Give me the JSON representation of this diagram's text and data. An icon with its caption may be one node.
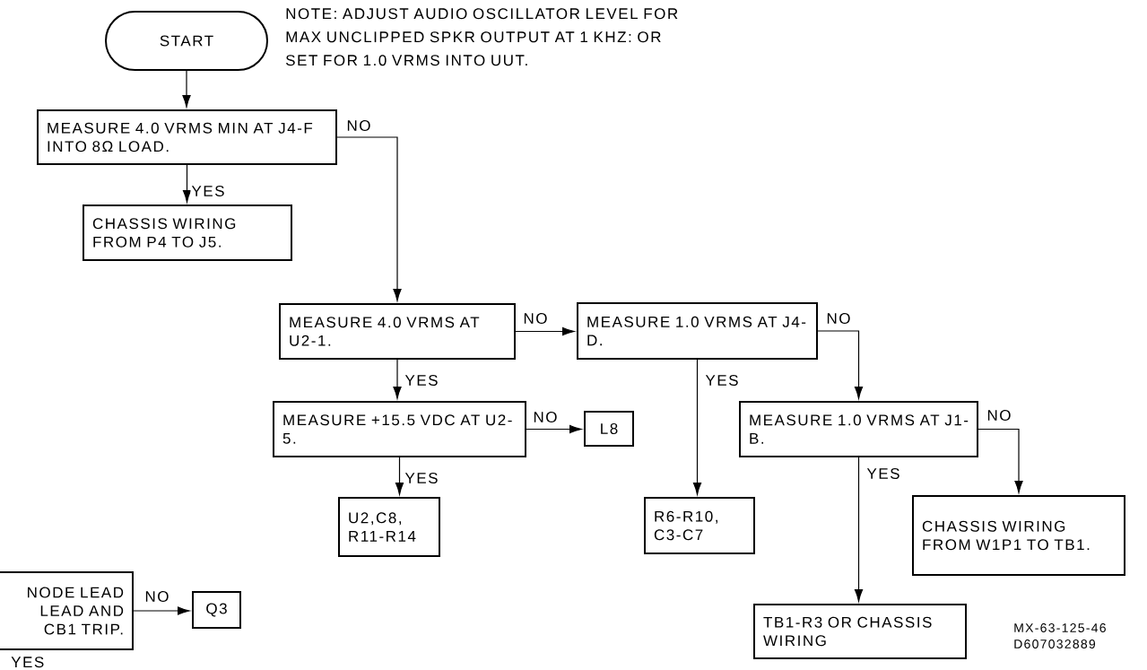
{
  "diagram": {
    "nodes": [
      {
        "text": [
          "START"
        ]
      },
      {
        "text": [
          "MEASURE 4.0 VRMS MIN AT J4-F INTO 8Ω LOAD."
        ]
      },
      {
        "text": [
          "CHASSIS WIRING FROM P4 TO J5."
        ]
      },
      {
        "text": [
          "MEASURE 4.0 VRMS AT U2-1."
        ]
      },
      {
        "text": [
          "MEASURE 1.0 VRMS AT J4-D."
        ]
      },
      {
        "text": [
          "MEASURE +15.5 VDC AT U2-5."
        ]
      },
      {
        "text": [
          "L8"
        ]
      },
      {
        "text": [
          "U2,C8, R11-R14"
        ]
      },
      {
        "text": [
          "R6-R10, C3-C7"
        ]
      },
      {
        "text": [
          "MEASURE 1.0 VRMS AT J1-B."
        ]
      },
      {
        "text": [
          "CHASSIS WIRING FROM W1P1 TO TB1."
        ]
      },
      {
        "text": [
          "TB1-R3 OR CHASSIS WIRING"
        ]
      },
      {
        "text": [
          "NODE LEAD LEAD AND CB1 TRIP."
        ],
        "beside": [
          "YES"
        ]
      },
      {
        "text": [
          "Q3"
        ]
      }
    ],
    "edges": [
      {
        "from": 0,
        "to": 1,
        "arrow": "to"
      },
      {
        "from": 1,
        "to": 2,
        "arrow": "to",
        "label": "YES"
      },
      {
        "from": 1,
        "to": 3,
        "arrow": "to",
        "label": "NO"
      },
      {
        "from": 3,
        "to": 4,
        "arrow": "to",
        "label": "NO"
      },
      {
        "from": 3,
        "to": 5,
        "arrow": "to",
        "label": "YES"
      },
      {
        "from": 5,
        "to": 6,
        "arrow": "to",
        "label": "NO"
      },
      {
        "from": 5,
        "to": 7,
        "arrow": "to",
        "label": "YES"
      },
      {
        "from": 4,
        "to": 8,
        "arrow": "to",
        "label": "YES"
      },
      {
        "from": 4,
        "to": 9,
        "arrow": "to",
        "label": "NO"
      },
      {
        "from": 9,
        "to": 11,
        "arrow": "to",
        "label": "YES"
      },
      {
        "from": 9,
        "to": 10,
        "arrow": "to",
        "label": "NO"
      },
      {
        "from": 12,
        "to": 13,
        "arrow": "to",
        "label": "NO"
      }
    ],
    "labels": [
      "NOTE: ADJUST AUDIO OSCILLATOR LEVEL FOR MAX UNCLIPPED SPKR OUTPUT AT 1 KHZ: OR SET FOR 1.0 VRMS INTO UUT.",
      "MX-63-125-46",
      "D607032889"
    ]
  }
}
